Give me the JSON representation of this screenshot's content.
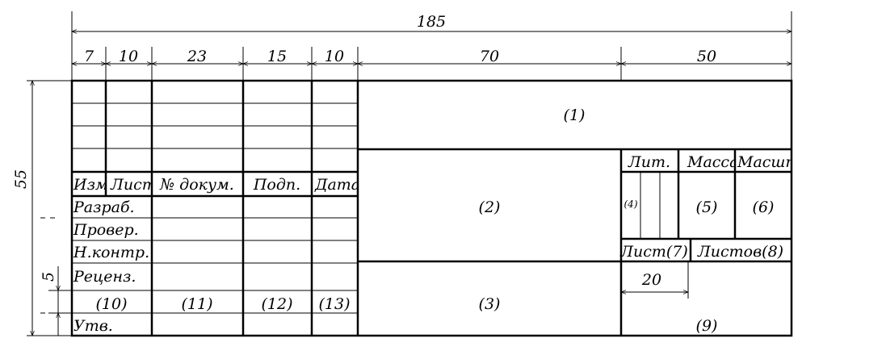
{
  "dimensions": {
    "total": "185",
    "col_7": "7",
    "col_10a": "10",
    "col_23": "23",
    "col_15": "15",
    "col_10b": "10",
    "col_70": "70",
    "col_50": "50",
    "height": "55",
    "row_5": "5",
    "width_20": "20"
  },
  "header": {
    "izm": "Изм.",
    "list": "Лист",
    "doc_no": "№ докум.",
    "sign": "Подп.",
    "date": "Дата"
  },
  "rows": {
    "developed": "Разраб.",
    "checked": "Провер.",
    "norm_control": "Н.контр.",
    "reviewer": "Реценз.",
    "approved": "Утв."
  },
  "fields": {
    "f1": "(1)",
    "f2": "(2)",
    "f3": "(3)",
    "f4": "(4)",
    "f5": "(5)",
    "f6": "(6)",
    "f9": "(9)",
    "f10": "(10)",
    "f11": "(11)",
    "f12": "(12)",
    "f13": "(13)"
  },
  "right_block": {
    "lit": "Лит.",
    "mass": "Масса",
    "scale": "Масштаб",
    "sheet": "Лист(7)",
    "sheets": "Листов(8)"
  }
}
